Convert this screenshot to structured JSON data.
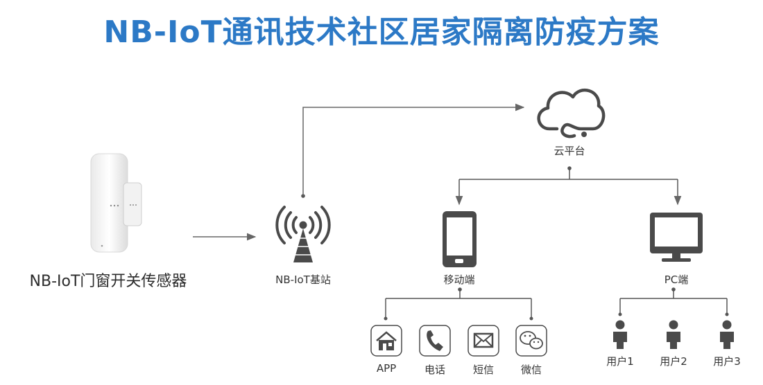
{
  "title": "NB-IoT通讯技术社区居家隔离防疫方案",
  "colors": {
    "title": "#2c79c6",
    "line": "#555555",
    "icon": "#4a4a4a",
    "arrow": "#666666"
  },
  "nodes": {
    "sensor": {
      "label": "NB-IoT门窗开关传感器",
      "icon": "door-sensor-icon"
    },
    "base_station": {
      "label": "NB-IoT基站",
      "icon": "antenna-tower-icon"
    },
    "cloud": {
      "label": "云平台",
      "icon": "cloud-icon"
    },
    "mobile": {
      "label": "移动端",
      "icon": "smartphone-icon"
    },
    "pc": {
      "label": "PC端",
      "icon": "monitor-icon"
    }
  },
  "mobile_channels": [
    {
      "label": "APP",
      "icon": "app-home-icon"
    },
    {
      "label": "电话",
      "icon": "phone-icon"
    },
    {
      "label": "短信",
      "icon": "envelope-icon"
    },
    {
      "label": "微信",
      "icon": "wechat-icon"
    }
  ],
  "pc_users": [
    {
      "label": "用户1",
      "icon": "person-icon"
    },
    {
      "label": "用户2",
      "icon": "person-icon"
    },
    {
      "label": "用户3",
      "icon": "person-icon"
    }
  ]
}
